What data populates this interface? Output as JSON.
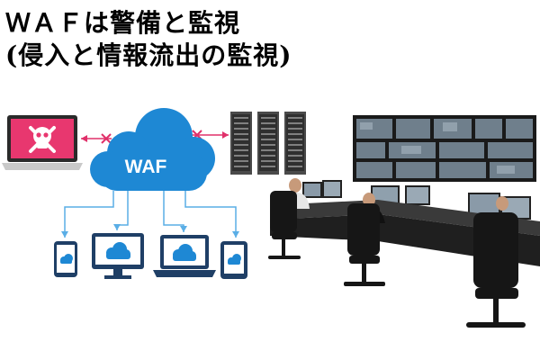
{
  "title": {
    "line1": "ＷＡＦは警備と監視",
    "line2": "(侵入と情報流出の監視)"
  },
  "diagram": {
    "cloud_label": "WAF",
    "colors": {
      "cloud": "#1e88d4",
      "connector": "#5aaee6",
      "block_mark": "#e0306a",
      "attacker_screen": "#e8376f",
      "device_body": "#1f3f66",
      "server_rack": "#4a4a4a"
    },
    "icons": [
      "skull-crossbones-icon",
      "cloud-icon",
      "server-rack-icon",
      "tablet-icon",
      "monitor-icon",
      "laptop-icon"
    ]
  },
  "photo": {
    "subject": "security-control-room"
  }
}
